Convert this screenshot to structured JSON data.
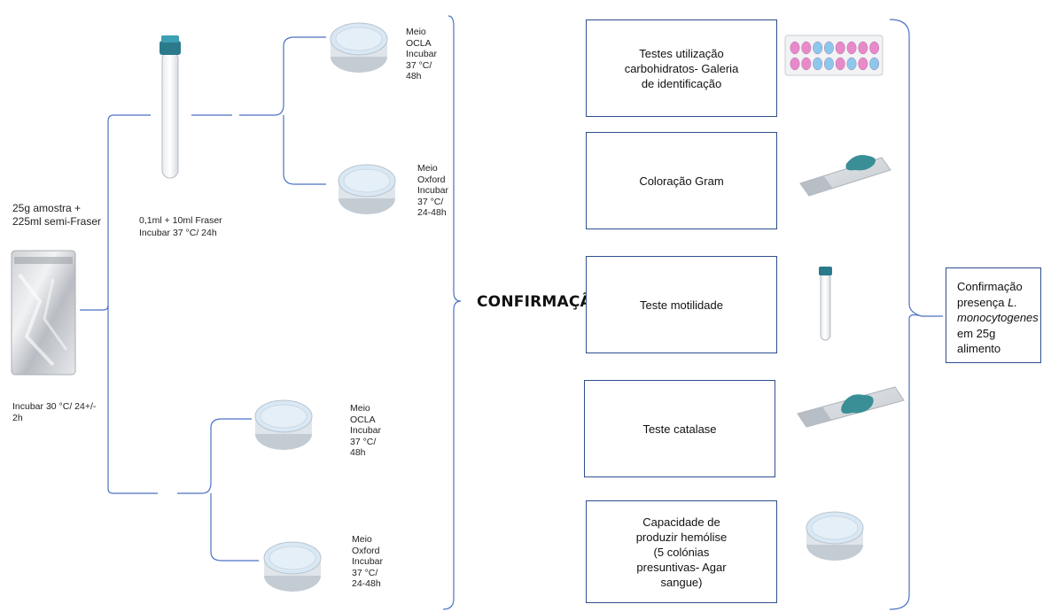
{
  "sample": {
    "label": "25g amostra +\n225ml semi-Fraser",
    "incubation": "Incubar 30 °C/ 24+/-\n2h"
  },
  "fraser": {
    "label": "0,1ml + 10ml Fraser\nIncubar 37 °C/ 24h"
  },
  "plates": {
    "top_ocla": "Meio\nOCLA\nIncubar\n37 °C/\n48h",
    "top_oxford": "Meio\nOxford\nIncubar\n37 °C/\n24-48h",
    "bottom_ocla": "Meio\nOCLA\nIncubar\n37 °C/\n48h",
    "bottom_oxford": "Meio\nOxford\nIncubar\n37 °C/\n24-48h"
  },
  "confirmation": {
    "heading": "CONFIRMAÇÃO",
    "tests": [
      "Testes utilização\ncarbohidratos- Galeria\nde identificação",
      "Coloração Gram",
      "Teste motilidade",
      "Teste catalase",
      "Capacidade de\nproduzir hemólise\n(5 colónias\npresuntivas- Agar\nsangue)"
    ]
  },
  "result": {
    "line1": "Confirmação",
    "line2_prefix": "presença ",
    "line2_italic": "L.",
    "line3_italic": "monocytogenes",
    "line4": "em 25g",
    "line5": "alimento"
  },
  "colors": {
    "bracket": "#4a72c4",
    "box_border": "#2f4f8f",
    "petri_fill": "#d9e8f5",
    "tube_cap": "#2b7a8c",
    "stain": "#3a8f96",
    "well_pink": "#e88ac9",
    "well_blue": "#8cc8ec"
  }
}
